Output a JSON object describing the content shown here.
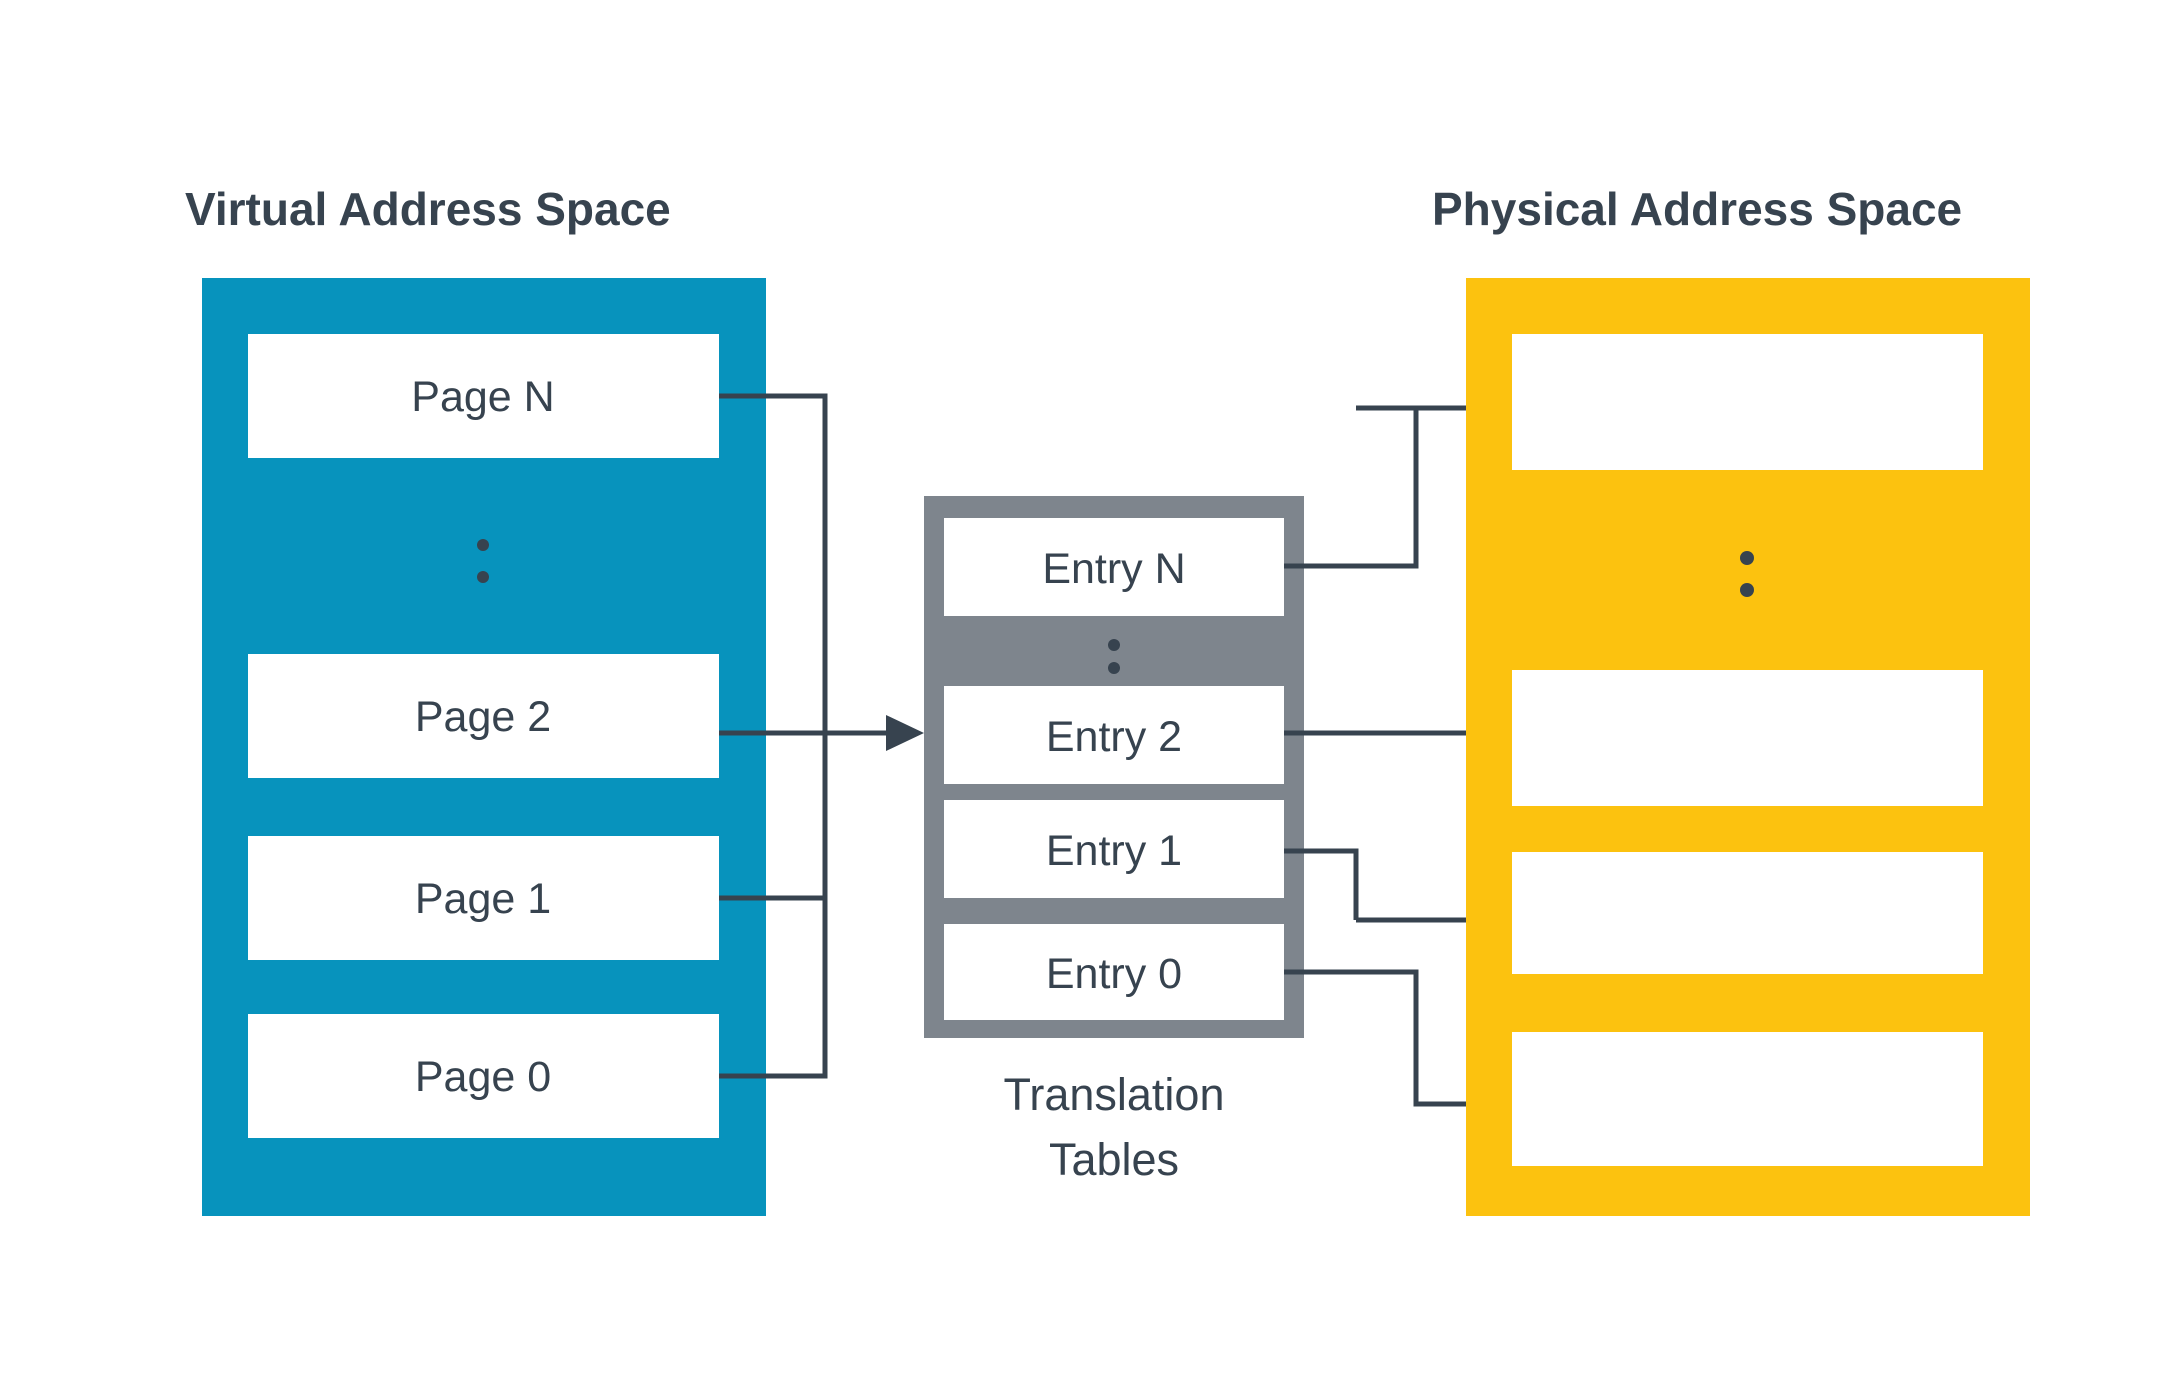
{
  "diagram": {
    "title_virtual": "Virtual Address Space",
    "title_physical": "Physical Address Space",
    "caption_translation_line1": "Translation",
    "caption_translation_line2": "Tables",
    "ellipsis_glyph": "vertical-ellipsis"
  },
  "colors": {
    "virtual_space_fill": "#0793BD",
    "physical_space_fill": "#FCC20F",
    "translation_table_fill": "#7E858D",
    "slot_fill": "#FFFFFF",
    "text": "#37434F",
    "connector": "#37434F",
    "background": "#FFFFFF"
  },
  "virtual_address_space": {
    "label": "Virtual Address Space",
    "pages": [
      {
        "id": "page-n",
        "label": "Page N"
      },
      {
        "id": "page-2",
        "label": "Page 2"
      },
      {
        "id": "page-1",
        "label": "Page 1"
      },
      {
        "id": "page-0",
        "label": "Page 0"
      }
    ],
    "has_ellipsis": true,
    "ellipsis_after": "page-n"
  },
  "translation_tables": {
    "label": "Translation Tables",
    "entries": [
      {
        "id": "entry-n",
        "label": "Entry N"
      },
      {
        "id": "entry-2",
        "label": "Entry 2"
      },
      {
        "id": "entry-1",
        "label": "Entry 1"
      },
      {
        "id": "entry-0",
        "label": "Entry 0"
      }
    ],
    "has_ellipsis": true,
    "ellipsis_after": "entry-n"
  },
  "physical_address_space": {
    "label": "Physical Address Space",
    "frames": [
      {
        "id": "frame-3",
        "label": ""
      },
      {
        "id": "frame-2",
        "label": ""
      },
      {
        "id": "frame-1",
        "label": ""
      },
      {
        "id": "frame-0",
        "label": ""
      }
    ],
    "has_ellipsis": true,
    "ellipsis_after": "frame-3"
  },
  "connections": [
    {
      "from": "page-n",
      "to": "entry-2",
      "style": "elbow"
    },
    {
      "from": "page-2",
      "to": "entry-2",
      "style": "straight-arrow"
    },
    {
      "from": "page-1",
      "to": "entry-2",
      "style": "elbow"
    },
    {
      "from": "page-0",
      "to": "entry-2",
      "style": "elbow"
    },
    {
      "from": "entry-n",
      "to": "frame-3",
      "style": "elbow-arrow"
    },
    {
      "from": "entry-2",
      "to": "frame-2",
      "style": "straight-arrow"
    },
    {
      "from": "entry-1",
      "to": "frame-1",
      "style": "elbow-arrow"
    },
    {
      "from": "entry-0",
      "to": "frame-0",
      "style": "elbow-arrow"
    }
  ]
}
